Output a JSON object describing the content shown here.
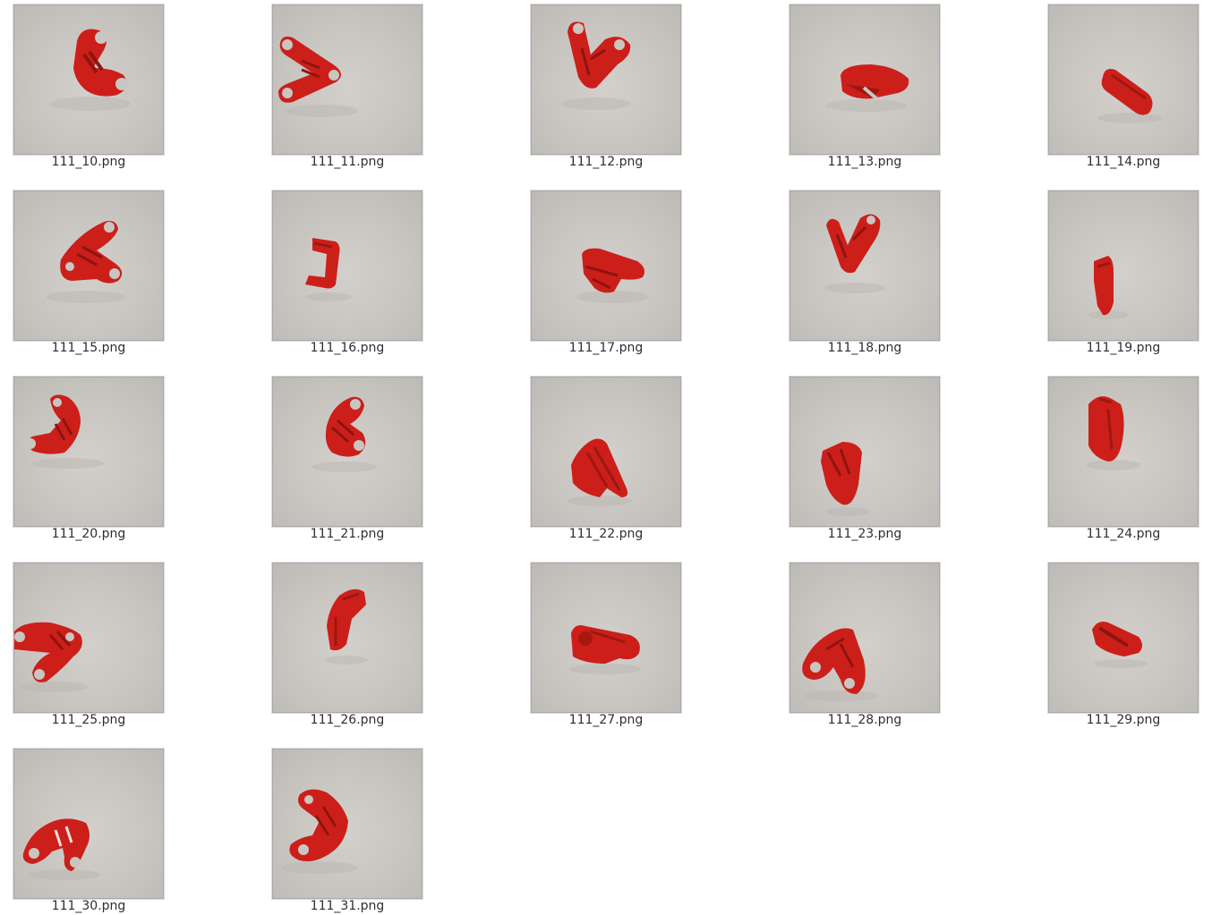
{
  "colors": {
    "background": "#ffffff",
    "thumb_background": "#c9c6c2",
    "thumb_border": "#a9a9a9",
    "part_red": "#cc1f1a",
    "label_text": "#2e2e2e"
  },
  "files": [
    {
      "name": "111_10.png",
      "icon": "image-file-icon"
    },
    {
      "name": "111_11.png",
      "icon": "image-file-icon"
    },
    {
      "name": "111_12.png",
      "icon": "image-file-icon"
    },
    {
      "name": "111_13.png",
      "icon": "image-file-icon"
    },
    {
      "name": "111_14.png",
      "icon": "image-file-icon"
    },
    {
      "name": "111_15.png",
      "icon": "image-file-icon"
    },
    {
      "name": "111_16.png",
      "icon": "image-file-icon"
    },
    {
      "name": "111_17.png",
      "icon": "image-file-icon"
    },
    {
      "name": "111_18.png",
      "icon": "image-file-icon"
    },
    {
      "name": "111_19.png",
      "icon": "image-file-icon"
    },
    {
      "name": "111_20.png",
      "icon": "image-file-icon"
    },
    {
      "name": "111_21.png",
      "icon": "image-file-icon"
    },
    {
      "name": "111_22.png",
      "icon": "image-file-icon"
    },
    {
      "name": "111_23.png",
      "icon": "image-file-icon"
    },
    {
      "name": "111_24.png",
      "icon": "image-file-icon"
    },
    {
      "name": "111_25.png",
      "icon": "image-file-icon"
    },
    {
      "name": "111_26.png",
      "icon": "image-file-icon"
    },
    {
      "name": "111_27.png",
      "icon": "image-file-icon"
    },
    {
      "name": "111_28.png",
      "icon": "image-file-icon"
    },
    {
      "name": "111_29.png",
      "icon": "image-file-icon"
    },
    {
      "name": "111_30.png",
      "icon": "image-file-icon"
    },
    {
      "name": "111_31.png",
      "icon": "image-file-icon"
    }
  ]
}
